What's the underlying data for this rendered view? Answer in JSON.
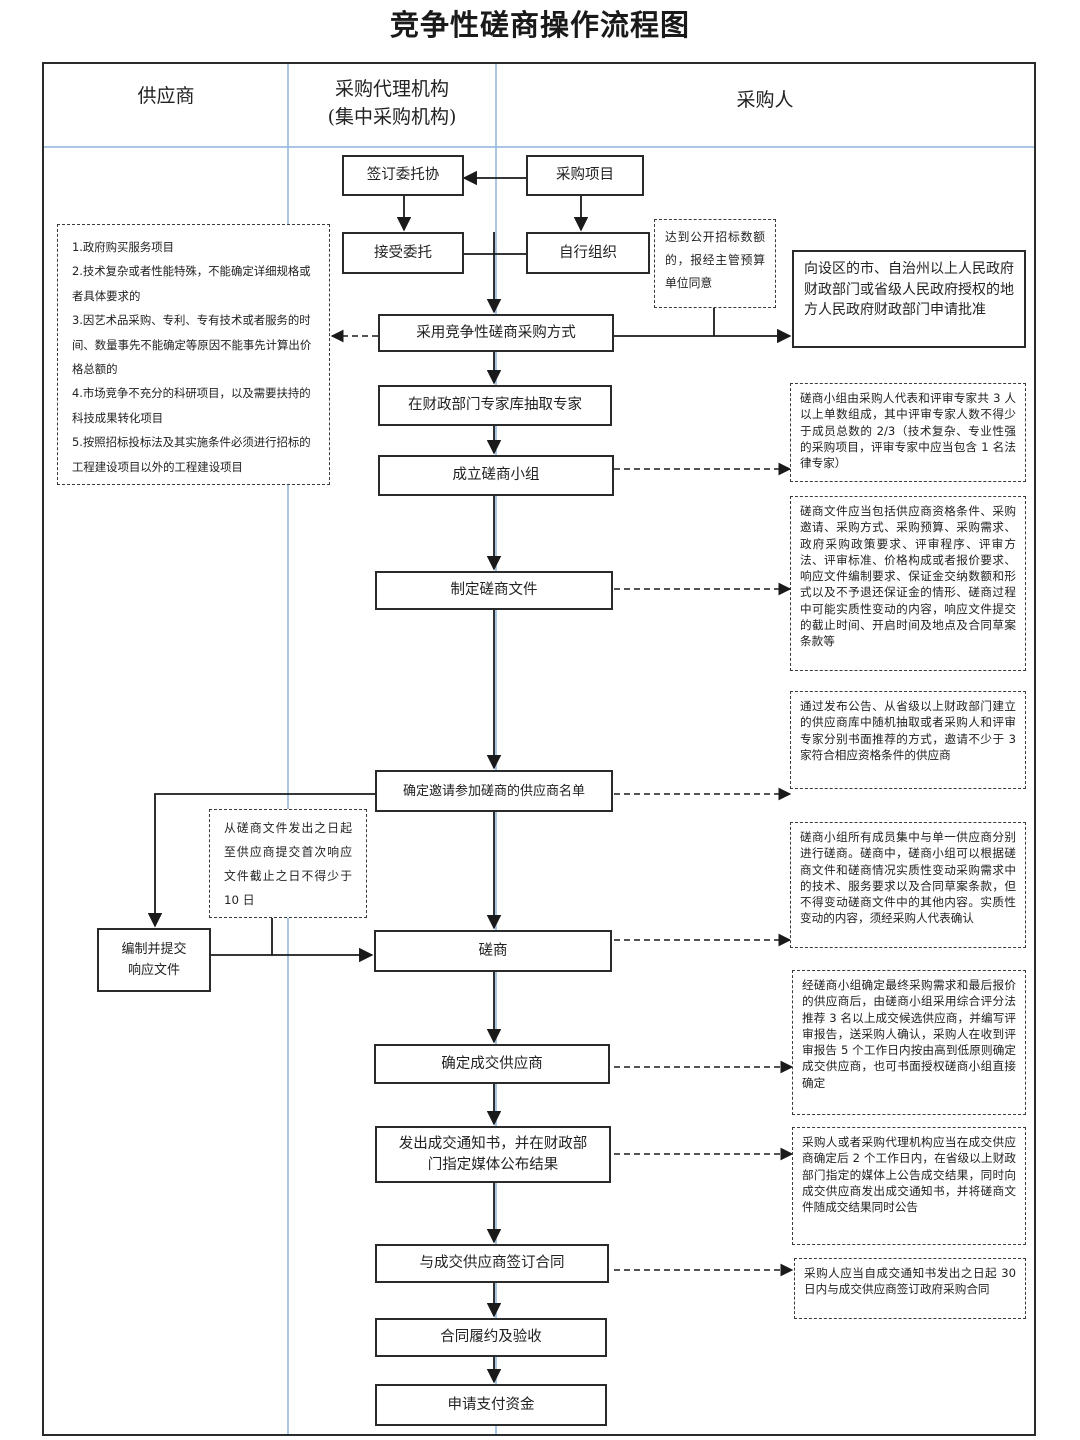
{
  "title": "竞争性磋商操作流程图",
  "lanes": {
    "supplier": "供应商",
    "agency_line1": "采购代理机构",
    "agency_line2": "(集中采购机构)",
    "purchaser": "采购人"
  },
  "steps": {
    "sign_entrust": "签订委托协",
    "purchase_project": "采购项目",
    "accept_entrust": "接受委托",
    "self_organize": "自行组织",
    "adopt_method": "采用竞争性磋商采购方式",
    "draw_experts": "在财政部门专家库抽取专家",
    "form_group": "成立磋商小组",
    "prepare_docs": "制定磋商文件",
    "confirm_list": "确定邀请参加磋商的供应商名单",
    "consultation": "磋商",
    "confirm_supplier": "确定成交供应商",
    "notice_line1": "发出成交通知书，并在财政部",
    "notice_line2": "门指定媒体公布结果",
    "sign_contract": "与成交供应商签订合同",
    "perform": "合同履约及验收",
    "payment": "申请支付资金",
    "submit_response_line1": "编制并提交",
    "submit_response_line2": "响应文件"
  },
  "conditions": [
    "1.政府购买服务项目",
    "2.技术复杂或者性能特殊，不能确定详细规格或者具体要求的",
    "3.因艺术品采购、专利、专有技术或者服务的时间、数量事先不能确定等原因不能事先计算出价格总额的",
    "4.市场竞争不充分的科研项目，以及需要扶持的科技成果转化项目",
    "5.按照招标投标法及其实施条件必须进行招标的工程建设项目以外的工程建设项目"
  ],
  "notes": {
    "threshold": "达到公开招标数额的，报经主管预算单位同意",
    "approval": "向设区的市、自治州以上人民政府财政部门或省级人民政府授权的地方人民政府财政部门申请批准",
    "group_composition": "磋商小组由采购人代表和评审专家共 3 人以上单数组成，其中评审专家人数不得少于成员总数的 2/3（技术复杂、专业性强的采购项目，评审专家中应当包含 1 名法律专家）",
    "doc_contents": "磋商文件应当包括供应商资格条件、采购邀请、采购方式、采购预算、采购需求、政府采购政策要求、评审程序、评审方法、评审标准、价格构成或者报价要求、响应文件编制要求、保证金交纳数额和形式以及不予退还保证金的情形、磋商过程中可能实质性变动的内容，响应文件提交的截止时间、开启时间及地点及合同草案条款等",
    "supplier_selection": "通过发布公告、从省级以上财政部门建立的供应商库中随机抽取或者采购人和评审专家分别书面推荐的方式，邀请不少于 3 家符合相应资格条件的供应商",
    "response_time": "从磋商文件发出之日起至供应商提交首次响应文件截止之日不得少于 10 日",
    "consultation_rule": "磋商小组所有成员集中与单一供应商分别进行磋商。磋商中，磋商小组可以根据磋商文件和磋商情况实质性变动采购需求中的技术、服务要求以及合同草案条款，但不得变动磋商文件中的其他内容。实质性变动的内容，须经采购人代表确认",
    "winner_rule": "经磋商小组确定最终采购需求和最后报价的供应商后，由磋商小组采用综合评分法推荐 3 名以上成交候选供应商，并编写评审报告，送采购人确认，采购人在收到评审报告 5 个工作日内按由高到低原则确定成交供应商，也可书面授权磋商小组直接确定",
    "announce_rule": "采购人或者采购代理机构应当在成交供应商确定后 2 个工作日内，在省级以上财政部门指定的媒体上公告成交结果，同时向成交供应商发出成交通知书，并将磋商文件随成交结果同时公告",
    "contract_rule": "采购人应当自成交通知书发出之日起 30 日内与成交供应商签订政府采购合同"
  },
  "colors": {
    "lane_divider": "#8fb3d9",
    "line": "#2a2a2a"
  }
}
